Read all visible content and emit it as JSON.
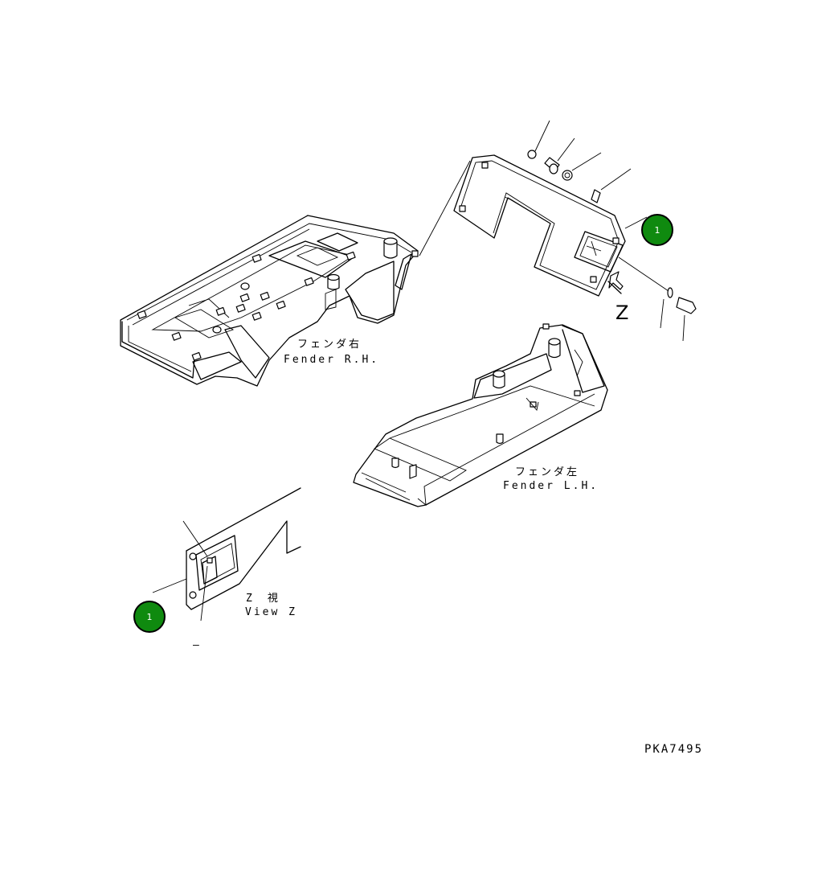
{
  "labels": {
    "fender_rh_jp": "フェンダ右",
    "fender_rh_en": "Fender R.H.",
    "fender_lh_jp": "フェンダ左",
    "fender_lh_en": "Fender L.H.",
    "view_jp": "Z　視",
    "view_en": "View Z",
    "view_arrow": "Z",
    "dash": "–",
    "drawing_code": "PKA7495"
  },
  "callouts": [
    {
      "number": "1",
      "color": "#0f8a0f"
    },
    {
      "number": "1",
      "color": "#0f8a0f"
    }
  ]
}
